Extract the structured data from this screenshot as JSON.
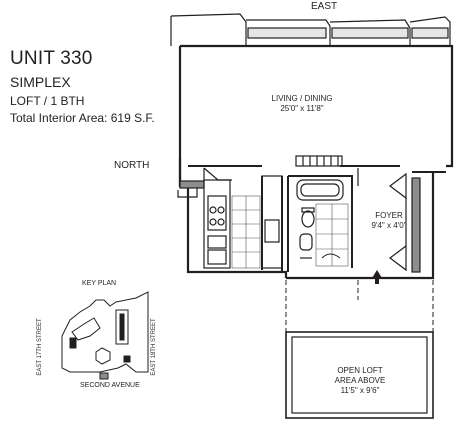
{
  "unit": {
    "title": "UNIT 330",
    "type": "SIMPLEX",
    "beds_baths": "LOFT / 1 BTH",
    "area": "Total Interior Area: 619 S.F."
  },
  "compass": {
    "east": "EAST",
    "north": "NORTH"
  },
  "rooms": {
    "living": {
      "name": "LIVING / DINING",
      "size": "25'0\" x 11'8\""
    },
    "foyer": {
      "name": "FOYER",
      "size": "9'4\" x 4'0\""
    },
    "loft": {
      "line1": "OPEN LOFT",
      "line2": "AREA ABOVE",
      "size": "11'5\" x 9'6\""
    }
  },
  "key_plan": {
    "title": "KEY PLAN",
    "left_street": "EAST 17TH STREET",
    "right_street": "EAST 18TH STREET",
    "bottom_street": "SECOND AVENUE"
  }
}
